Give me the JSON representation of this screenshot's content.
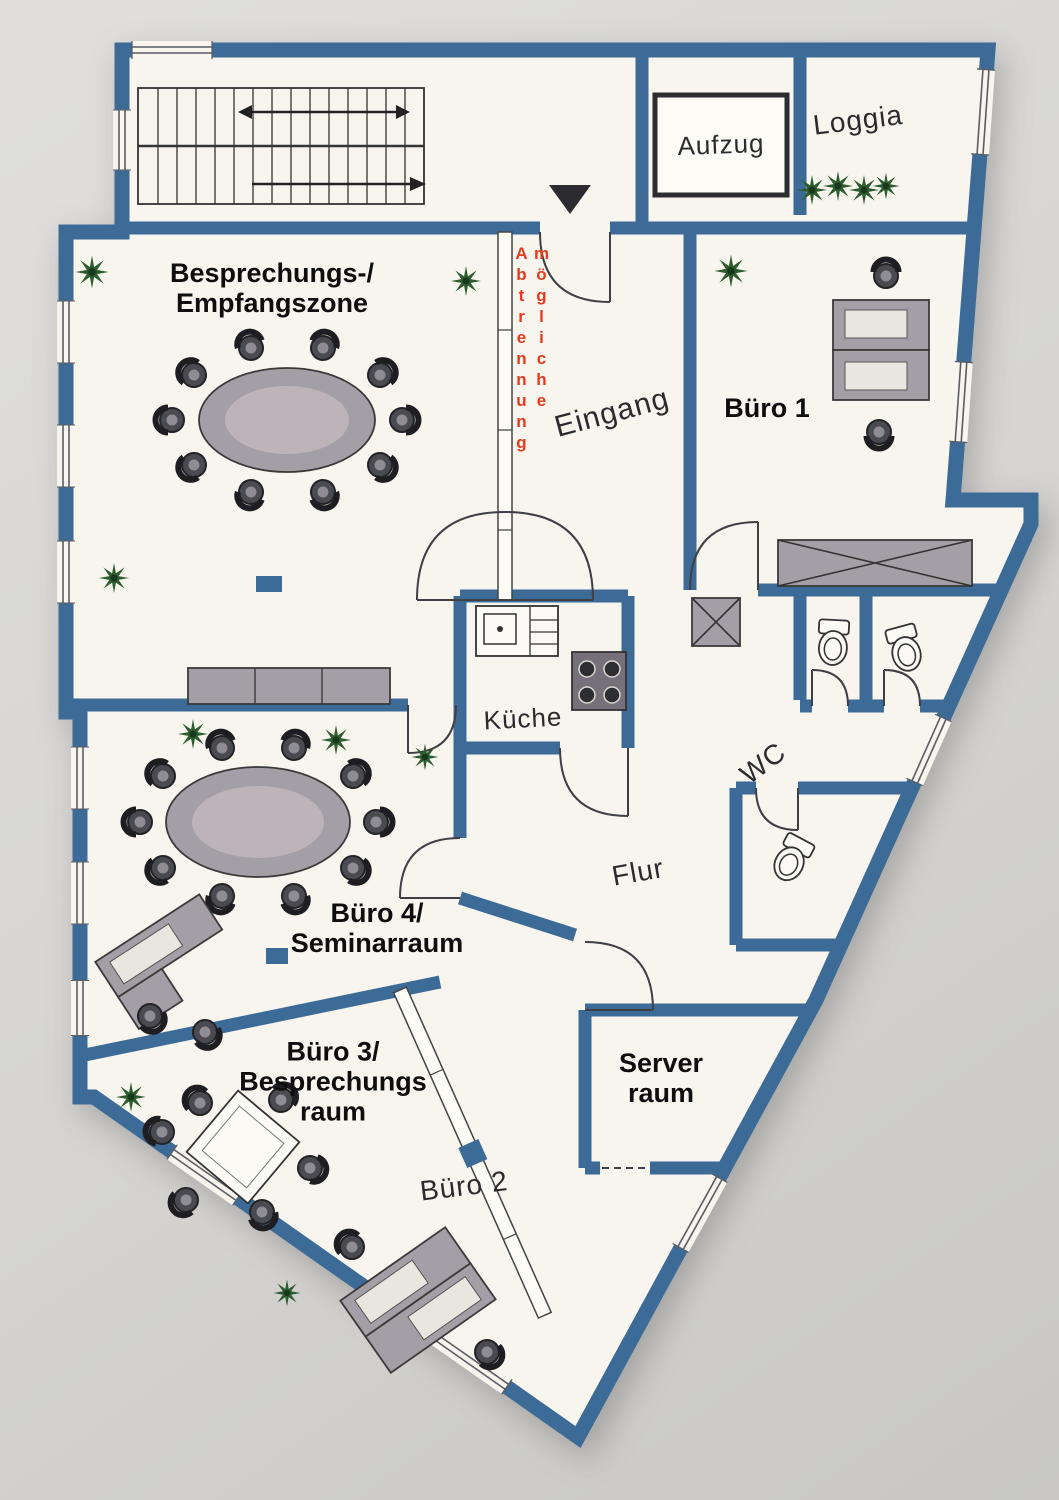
{
  "colors": {
    "wall": "#3d6b97",
    "floor": "#f7f5ee",
    "bg": "#d6d4d1",
    "line": "#3a3a3a",
    "annotation": "#e63a1c",
    "plant": "#2d5c2f",
    "furniture": "#a49ea6"
  },
  "labels": {
    "besprechungszone": {
      "line1": "Besprechungs-/",
      "line2": "Empfangszone"
    },
    "eingang": {
      "label": "Eingang"
    },
    "buero1": {
      "label": "Büro 1"
    },
    "kueche": {
      "label": "Küche"
    },
    "wc": {
      "label": "WC"
    },
    "flur": {
      "label": "Flur"
    },
    "buero4": {
      "line1": "Büro 4/",
      "line2": "Seminarraum"
    },
    "buero3": {
      "line1": "Büro 3/",
      "line2": "Besprechungs",
      "line3": "raum"
    },
    "serverraum": {
      "line1": "Server",
      "line2": "raum"
    },
    "buero2": {
      "label": "Büro 2"
    },
    "aufzug": {
      "label": "Aufzug"
    },
    "loggia": {
      "label": "Loggia"
    }
  },
  "annotations": {
    "partition_note": "mögliche Abtrennung"
  }
}
